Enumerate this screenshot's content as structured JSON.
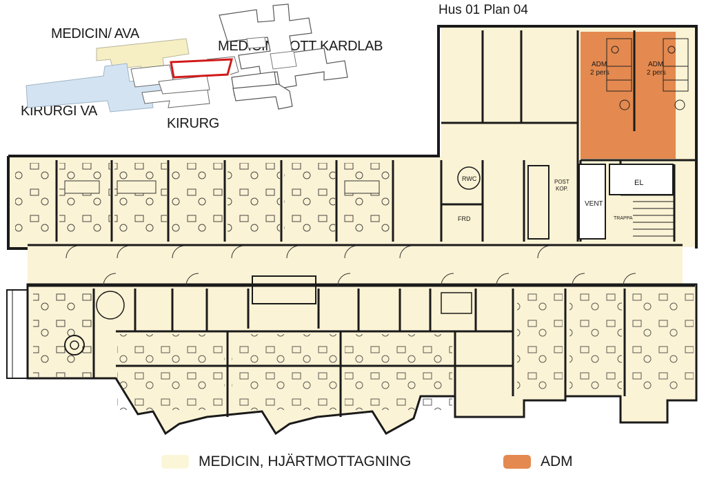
{
  "key_map": {
    "title": "Hus 01 Plan 04",
    "labels": {
      "medicin_ava": "MEDICIN/ AVA",
      "medicin_mott": "MEDICIN MOTT KARDLAB",
      "kirurgi_va": "KIRURGI VA",
      "kirurg": "KIRURG"
    }
  },
  "rooms": {
    "adm_1": "ADM",
    "adm_1_sub": "2 pers",
    "adm_2": "ADM",
    "adm_2_sub": "2 pers",
    "el": "EL",
    "vent": "VENT",
    "trappa": "TRAPPA",
    "rwc": "RWC",
    "fro": "FRD",
    "post": "POST",
    "kop": "KOP."
  },
  "legend": [
    {
      "label": "MEDICIN, HJÄRTMOTTAGNING",
      "color": "#fcf6d9"
    },
    {
      "label": "ADM",
      "color": "#e4894f"
    }
  ],
  "colors": {
    "floor": "#fbf3d5",
    "adm": "#e4894f",
    "medicin_ava": "#f6efc4",
    "kirurgi_va": "#d3e3f1",
    "highlight": "#d11a1a"
  }
}
